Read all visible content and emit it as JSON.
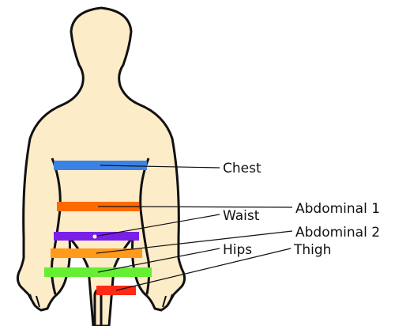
{
  "figure": {
    "body_fill": "#fdecc8",
    "outline_color": "#111111",
    "navel_marker_color": "#ffffff"
  },
  "measurements": [
    {
      "id": "chest",
      "label": "Chest",
      "color": "#3b82e6"
    },
    {
      "id": "abdominal-1",
      "label": "Abdominal 1",
      "color": "#ff6a00"
    },
    {
      "id": "waist",
      "label": "Waist",
      "color": "#7a1fe8"
    },
    {
      "id": "abdominal-2",
      "label": "Abdominal 2",
      "color": "#ff9a1a"
    },
    {
      "id": "hips",
      "label": "Hips",
      "color": "#66ee33"
    },
    {
      "id": "thigh",
      "label": "Thigh",
      "color": "#ff2a14"
    }
  ]
}
